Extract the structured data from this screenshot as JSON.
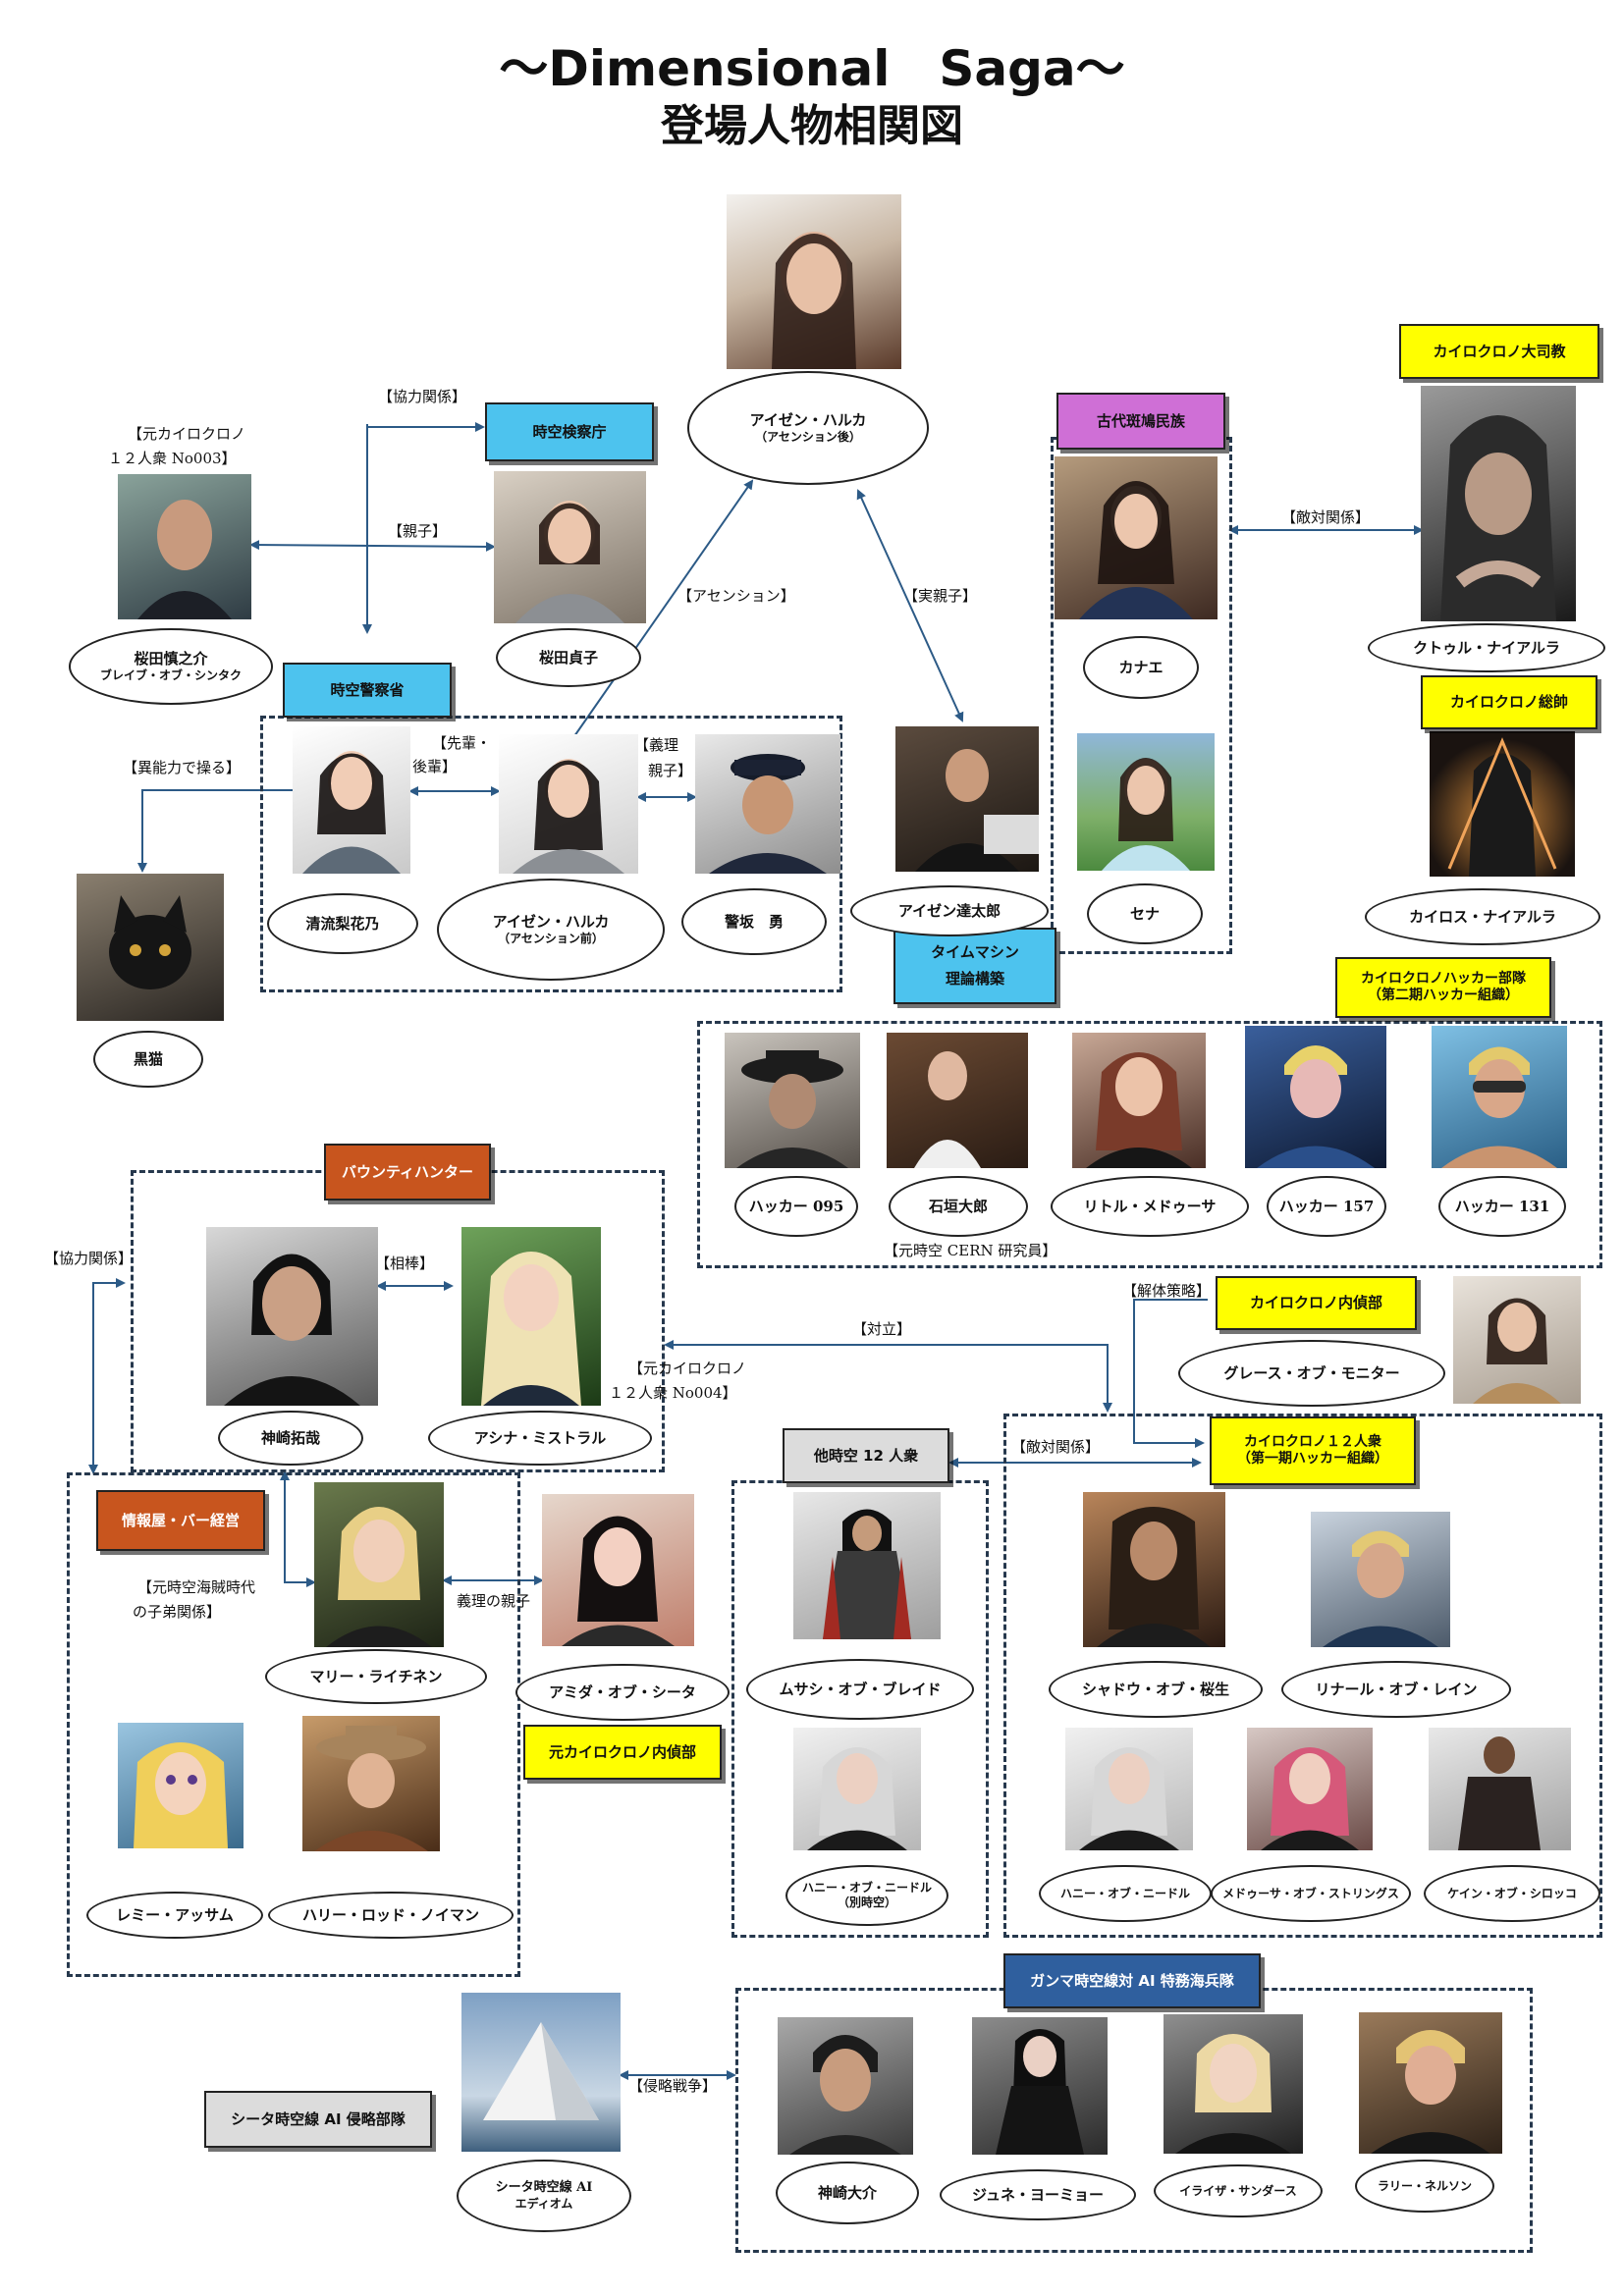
{
  "title_line1": "～Dimensional　Saga～",
  "title_line2": "登場人物相関図",
  "colors": {
    "yellow": "#ffff00",
    "blue": "#4dc3ee",
    "orange": "#c8551e",
    "purple": "#cf6fd6",
    "grey": "#dcdcdc",
    "navy": "#2f5f9e",
    "wire": "#2c5a86",
    "dash": "#26384d"
  },
  "groups": {
    "jikuu_kensatsu": "時空検察庁",
    "jikuu_keisatsu": "時空警察省",
    "kodai_hanbato": "古代斑鳩民族",
    "daishikyo": "カイロクロノ大司教",
    "soushi": "カイロクロノ総帥",
    "time_machine_1": "タイムマシン",
    "time_machine_2": "理論構築",
    "hacker_1": "カイロクロノハッカー部隊",
    "hacker_2": "（第二期ハッカー組織）",
    "bounty": "バウンティハンター",
    "naitei": "カイロクロノ内偵部",
    "twelve_1": "カイロクロノ１２人衆",
    "twelve_2": "（第一期ハッカー組織）",
    "other12": "他時空 12 人衆",
    "joho": "情報屋・バー経営",
    "moto_naitei": "元カイロクロノ内偵部",
    "gamma": "ガンマ時空線対 AI 特務海兵隊",
    "theta": "シータ時空線 AI 侵略部隊"
  },
  "characters": {
    "haruka_after": {
      "name": "アイゼン・ハルカ",
      "sub": "（アセンション後）"
    },
    "sakurada": {
      "name": "桜田慎之介",
      "sub": "ブレイブ・オブ・シンタク"
    },
    "sadako": {
      "name": "桜田貞子"
    },
    "kanae": {
      "name": "カナエ"
    },
    "seina": {
      "name": "セナ"
    },
    "cthulhu": {
      "name": "クトゥル・ナイアルラ"
    },
    "kairos": {
      "name": "カイロス・ナイアルラ"
    },
    "seiryu": {
      "name": "清流梨花乃"
    },
    "haruka_before": {
      "name": "アイゼン・ハルカ",
      "sub": "（アセンション前）"
    },
    "keisaka": {
      "name": "警坂　勇"
    },
    "tatsutaro": {
      "name": "アイゼン達太郎"
    },
    "kuroneko": {
      "name": "黒猫"
    },
    "h095": {
      "name": "ハッカー 095"
    },
    "ishigaki": {
      "name": "石垣大郎"
    },
    "medusa": {
      "name": "リトル・メドゥーサ"
    },
    "h157": {
      "name": "ハッカー 157"
    },
    "h131": {
      "name": "ハッカー 131"
    },
    "takuya": {
      "name": "神崎拓哉"
    },
    "ashina": {
      "name": "アシナ・ミストラル"
    },
    "grace": {
      "name": "グレース・オブ・モニター"
    },
    "mari": {
      "name": "マリー・ライチネン"
    },
    "amida": {
      "name": "アミダ・オブ・シータ"
    },
    "musashi": {
      "name": "ムサシ・オブ・ブレイド"
    },
    "needle_other": {
      "name": "ハニー・オブ・ニードル",
      "sub": "（別時空）"
    },
    "shadow": {
      "name": "シャドウ・オブ・桜生"
    },
    "rinaru": {
      "name": "リナール・オブ・レイン"
    },
    "needle": {
      "name": "ハニー・オブ・ニードル"
    },
    "medusa_strings": {
      "name": "メドゥーサ・オブ・ストリングス"
    },
    "kein": {
      "name": "ケイン・オブ・シロッコ"
    },
    "remy": {
      "name": "レミー・アッサム"
    },
    "harry": {
      "name": "ハリー・ロッド・ノイマン"
    },
    "daisuke": {
      "name": "神崎大介"
    },
    "june": {
      "name": "ジュネ・ヨーミョー"
    },
    "elijah": {
      "name": "イライザ・サンダース"
    },
    "larry": {
      "name": "ラリー・ネルソン"
    },
    "pyramid": {
      "name": "シータ時空線 AI",
      "sub": "エディオム"
    }
  },
  "relations": {
    "kyoryoku_top": "【協力関係】",
    "moto_kairo_1": "【元カイロクロノ",
    "moto_kairo_2": "１２人衆 No003】",
    "oyako": "【親子】",
    "ascension": "【アセンション】",
    "jitsu_oyako": "【実親子】",
    "tekitai_top": "【敵対関係】",
    "ino": "【異能力で操る】",
    "senpai_1": "【先輩・",
    "senpai_2": "後輩】",
    "giri_1": "【義理",
    "giri_2": "親子】",
    "cern": "【元時空 CERN 研究員】",
    "kaitai": "【解体策略】",
    "kyoryoku_left": "【協力関係】",
    "aibou": "【相棒】",
    "tairitsu": "【対立】",
    "moto_no004_1": "【元カイロクロノ",
    "moto_no004_2": "１２人衆 No004】",
    "tekitai_mid": "【敵対関係】",
    "kaizoku_1": "【元時空海賊時代",
    "kaizoku_2": "の子弟関係】",
    "giri_musume": "義理の親子",
    "shinryaku": "【侵略戦争】"
  }
}
